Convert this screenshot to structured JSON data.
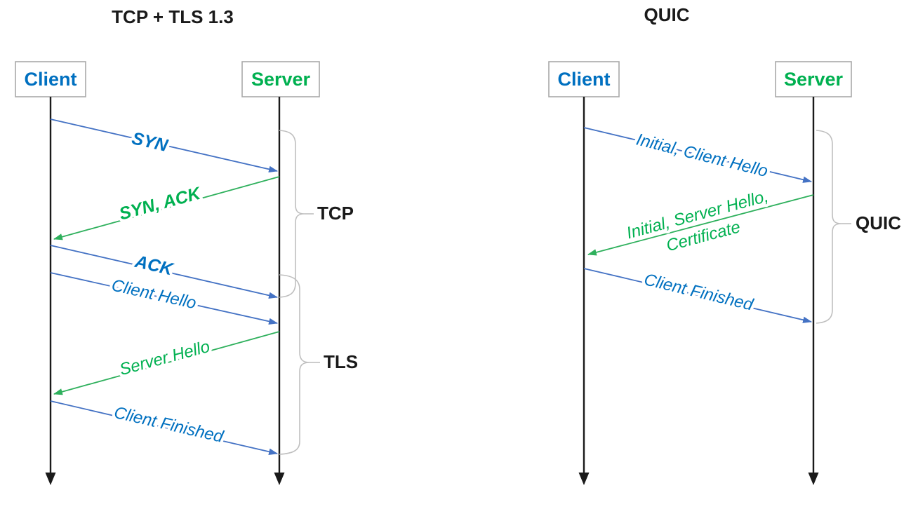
{
  "colors": {
    "client_text_blue": "#0070C0",
    "server_text_green": "#00B050",
    "arrow_blue": "#4472C4",
    "arrow_green": "#2EB05C",
    "bracket_gray": "#BFBFBF",
    "title_black": "#1A1A1A"
  },
  "left_panel": {
    "title": "TCP + TLS 1.3",
    "client_box": "Client",
    "server_box": "Server",
    "messages": [
      {
        "label": "SYN",
        "direction": "client-to-server",
        "color": "blue",
        "style": "bold-italic"
      },
      {
        "label": "SYN, ACK",
        "direction": "server-to-client",
        "color": "green",
        "style": "bold-italic"
      },
      {
        "label": "ACK",
        "direction": "client-to-server",
        "color": "blue",
        "style": "bold-italic"
      },
      {
        "label": "Client Hello",
        "direction": "client-to-server",
        "color": "blue",
        "style": "italic"
      },
      {
        "label": "Server Hello",
        "direction": "server-to-client",
        "color": "green",
        "style": "italic"
      },
      {
        "label": "Client Finished",
        "direction": "client-to-server",
        "color": "blue",
        "style": "italic"
      }
    ],
    "phase_brackets": [
      {
        "label": "TCP"
      },
      {
        "label": "TLS"
      }
    ]
  },
  "right_panel": {
    "title": "QUIC",
    "client_box": "Client",
    "server_box": "Server",
    "messages": [
      {
        "label": "Initial, Client Hello",
        "direction": "client-to-server",
        "color": "blue",
        "style": "italic"
      },
      {
        "label_line1": "Initial, Server Hello,",
        "label_line2": "Certificate",
        "direction": "server-to-client",
        "color": "green",
        "style": "italic"
      },
      {
        "label": "Client Finished",
        "direction": "client-to-server",
        "color": "blue",
        "style": "italic"
      }
    ],
    "phase_brackets": [
      {
        "label": "QUIC"
      }
    ]
  }
}
